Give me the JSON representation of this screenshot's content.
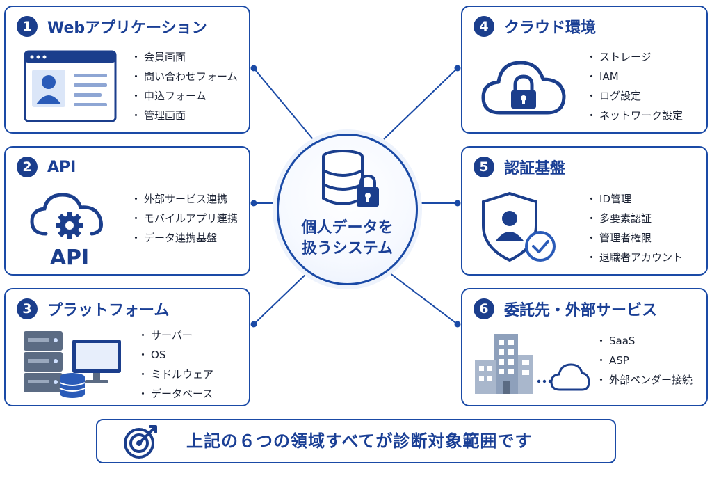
{
  "center": {
    "lines": [
      "個人データを",
      "扱うシステム"
    ],
    "icon": "database-lock-icon"
  },
  "cards": [
    {
      "number": "1",
      "title": "Webアプリケーション",
      "icon": "web-browser-user-icon",
      "items": [
        "会員画面",
        "問い合わせフォーム",
        "申込フォーム",
        "管理画面"
      ]
    },
    {
      "number": "2",
      "title": "API",
      "icon": "cloud-gear-api-icon",
      "icon_label": "API",
      "items": [
        "外部サービス連携",
        "モバイルアプリ連携",
        "データ連携基盤"
      ]
    },
    {
      "number": "3",
      "title": "プラットフォーム",
      "icon": "server-monitor-database-icon",
      "items": [
        "サーバー",
        "OS",
        "ミドルウェア",
        "データベース"
      ]
    },
    {
      "number": "4",
      "title": "クラウド環境",
      "icon": "cloud-lock-icon",
      "items": [
        "ストレージ",
        "IAM",
        "ログ設定",
        "ネットワーク設定"
      ]
    },
    {
      "number": "5",
      "title": "認証基盤",
      "icon": "shield-user-check-icon",
      "items": [
        "ID管理",
        "多要素認証",
        "管理者権限",
        "退職者アカウント"
      ]
    },
    {
      "number": "6",
      "title": "委託先・外部サービス",
      "icon": "building-cloud-icon",
      "items": [
        "SaaS",
        "ASP",
        "外部ベンダー接続"
      ]
    }
  ],
  "banner": {
    "text": "上記の６つの領域すべてが診断対象範囲です",
    "icon": "target-arrow-icon"
  },
  "colors": {
    "primary": "#1a4aa6",
    "title": "#1a3f95",
    "badge": "#1b3e8c",
    "icon_fill": "#2a5bb8",
    "light": "#dbe6f8"
  }
}
